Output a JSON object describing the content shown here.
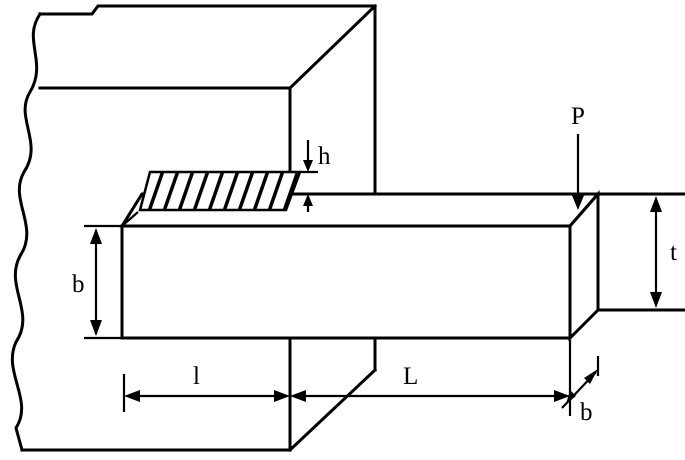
{
  "labels": {
    "load": "P",
    "weld_leg": "h",
    "plate_thickness": "t",
    "bar_height": "b",
    "weld_length": "l",
    "arm_length": "L",
    "bar_width": "b"
  }
}
